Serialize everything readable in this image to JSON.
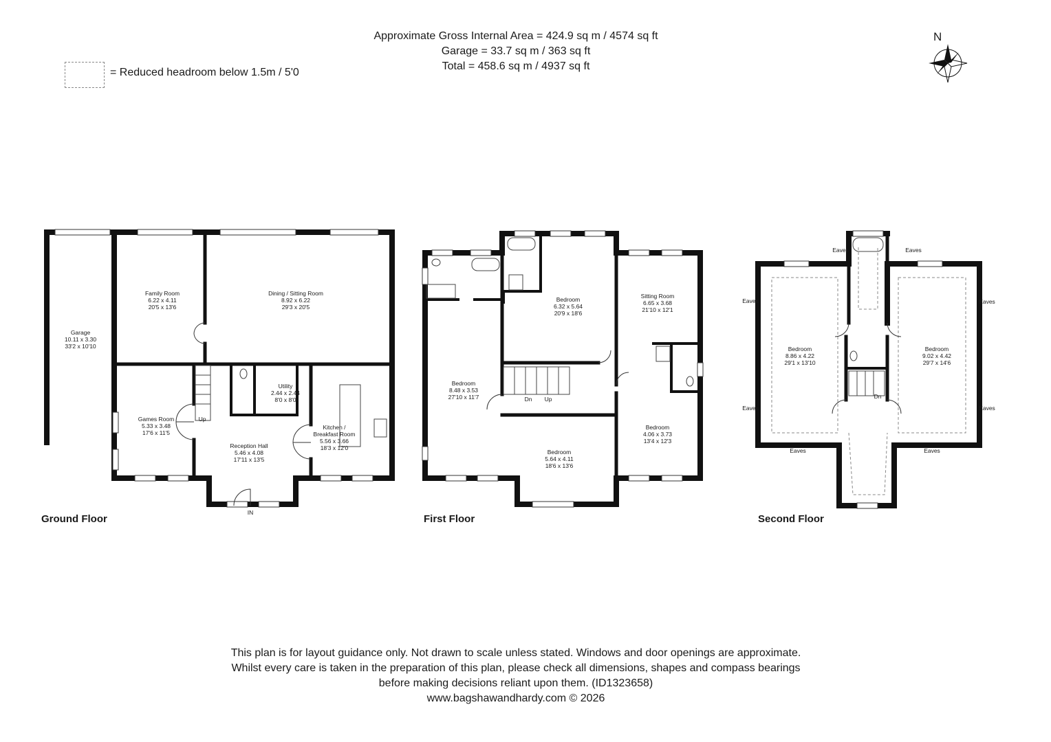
{
  "header": {
    "line1": "Approximate Gross Internal Area = 424.9 sq m / 4574 sq ft",
    "line2": "Garage = 33.7 sq m / 363 sq ft",
    "line3": "Total = 458.6 sq m / 4937 sq ft"
  },
  "legend": {
    "text": "= Reduced headroom below 1.5m / 5'0"
  },
  "compass": {
    "label": "N"
  },
  "floors": {
    "ground": "Ground Floor",
    "first": "First Floor",
    "second": "Second Floor"
  },
  "rooms": {
    "garage": {
      "name": "Garage",
      "metric": "10.11 x 3.30",
      "imperial": "33'2 x 10'10"
    },
    "family": {
      "name": "Family Room",
      "metric": "6.22 x 4.11",
      "imperial": "20'5 x 13'6"
    },
    "dining": {
      "name": "Dining / Sitting Room",
      "metric": "8.92 x 6.22",
      "imperial": "29'3 x 20'5"
    },
    "utility": {
      "name": "Utility",
      "metric": "2.44 x 2.44",
      "imperial": "8'0 x 8'0"
    },
    "games": {
      "name": "Games Room",
      "metric": "5.33 x 3.48",
      "imperial": "17'6 x 11'5"
    },
    "reception": {
      "name": "Reception Hall",
      "metric": "5.46 x 4.08",
      "imperial": "17'11 x 13'5"
    },
    "kitchen": {
      "name": "Kitchen /",
      "name2": "Breakfast Room",
      "metric": "5.56 x 3.66",
      "imperial": "18'3 x 12'0"
    },
    "ff_bed_left": {
      "name": "Bedroom",
      "metric": "8.48 x 3.53",
      "imperial": "27'10 x 11'7"
    },
    "ff_bed_top": {
      "name": "Bedroom",
      "metric": "6.32 x 5.64",
      "imperial": "20'9 x 18'6"
    },
    "ff_sitting": {
      "name": "Sitting Room",
      "metric": "6.65 x 3.68",
      "imperial": "21'10 x 12'1"
    },
    "ff_bed_bottom": {
      "name": "Bedroom",
      "metric": "5.64 x 4.11",
      "imperial": "18'6 x 13'6"
    },
    "ff_bed_right": {
      "name": "Bedroom",
      "metric": "4.06 x 3.73",
      "imperial": "13'4 x 12'3"
    },
    "sf_bed_left": {
      "name": "Bedroom",
      "metric": "8.86 x 4.22",
      "imperial": "29'1 x 13'10"
    },
    "sf_bed_right": {
      "name": "Bedroom",
      "metric": "9.02 x 4.42",
      "imperial": "29'7 x 14'6"
    }
  },
  "tags": {
    "up": "Up",
    "dn": "Dn",
    "in": "IN",
    "eaves": "Eaves"
  },
  "footer": {
    "line1": "This plan is for layout guidance only. Not drawn to scale unless stated. Windows and door openings are approximate.",
    "line2": "Whilst every care is taken in the preparation of this plan, please check all dimensions, shapes and compass bearings",
    "line3": "before making decisions reliant upon them. (ID1323658)",
    "line4": "www.bagshawandhardy.com © 2026"
  }
}
